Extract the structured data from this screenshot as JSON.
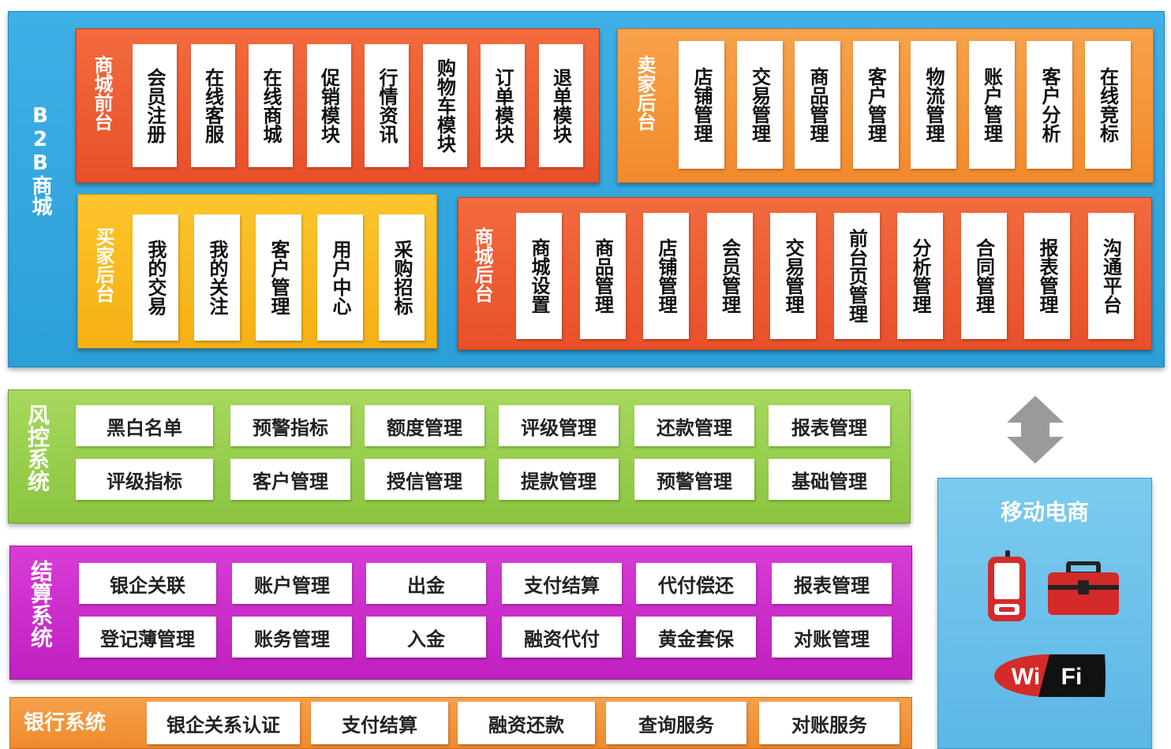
{
  "b2b": {
    "title": "B2B商城",
    "mall_front": {
      "label": "商城前台",
      "items": [
        "会员注册",
        "在线客服",
        "在线商城",
        "促销模块",
        "行情资讯",
        "购物车模块",
        "订单模块",
        "退单模块"
      ]
    },
    "seller_back": {
      "label": "卖家后台",
      "items": [
        "店铺管理",
        "交易管理",
        "商品管理",
        "客户管理",
        "物流管理",
        "账户管理",
        "客户分析",
        "在线竞标"
      ]
    },
    "buyer_back": {
      "label": "买家后台",
      "items": [
        "我的交易",
        "我的关注",
        "客户管理",
        "用户中心",
        "采购招标"
      ]
    },
    "mall_back": {
      "label": "商城后台",
      "items": [
        "商城设置",
        "商品管理",
        "店铺管理",
        "会员管理",
        "交易管理",
        "前台页管理",
        "分析管理",
        "合同管理",
        "报表管理",
        "沟通平台"
      ]
    }
  },
  "risk": {
    "title": "风控系统",
    "row1": [
      "黑白名单",
      "预警指标",
      "额度管理",
      "评级管理",
      "还款管理",
      "报表管理"
    ],
    "row2": [
      "评级指标",
      "客户管理",
      "授信管理",
      "提款管理",
      "预警管理",
      "基础管理"
    ]
  },
  "settle": {
    "title": "结算系统",
    "row1": [
      "银企关联",
      "账户管理",
      "出金",
      "支付结算",
      "代付偿还",
      "报表管理"
    ],
    "row2": [
      "登记薄管理",
      "账务管理",
      "入金",
      "融资代付",
      "黄金套保",
      "对账管理"
    ]
  },
  "bank": {
    "title": "银行系统",
    "items": [
      "银企关系认证",
      "支付结算",
      "融资还款",
      "查询服务",
      "对账服务"
    ]
  },
  "mobile": {
    "title": "移动电商",
    "wifi_left": "Wi",
    "wifi_right": "Fi",
    "icons": [
      "phone-icon",
      "toolbox-icon",
      "wifi-icon"
    ]
  },
  "colors": {
    "b2b": "#2b9fd8",
    "red": "#e8502a",
    "orange": "#f28a2c",
    "yellow": "#f5b014",
    "risk": "#8bc640",
    "settle": "#c020c0",
    "bank": "#f08a2c",
    "mobile": "#5cb7e6",
    "icon_red": "#d42a2a"
  }
}
